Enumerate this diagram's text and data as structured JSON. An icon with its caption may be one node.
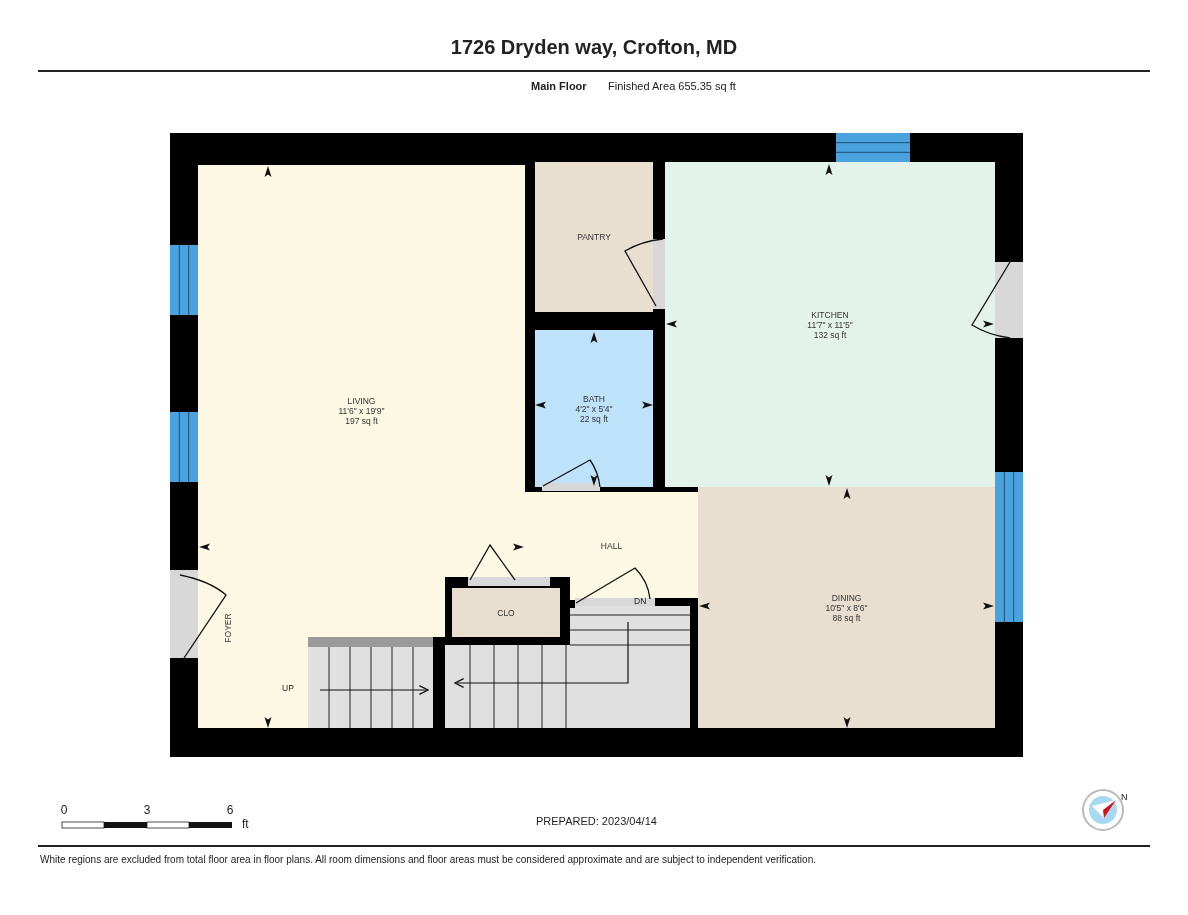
{
  "diagram": {
    "title": "1726 Dryden way, Crofton, MD",
    "nodes": [
      {
        "text": [
          "LIVING",
          "11'6\" x 19'9\"",
          "197 sq ft"
        ]
      },
      {
        "text": [
          "PANTRY"
        ]
      },
      {
        "text": [
          "KITCHEN",
          "11'7\" x 11'5\"",
          "132 sq ft"
        ]
      },
      {
        "text": [
          "BATH",
          "4'2\" x 5'4\"",
          "22 sq ft"
        ]
      },
      {
        "text": [
          "HALL"
        ]
      },
      {
        "text": [
          "FOYER"
        ],
        "in": 0
      },
      {
        "text": [
          "CLO"
        ]
      },
      {
        "text": [
          "DINING",
          "10'5\" x 8'6\"",
          "88 sq ft"
        ]
      }
    ],
    "labels": [
      "Main Floor",
      "Finished Area 655.35 sq ft",
      "UP",
      "DN",
      "0",
      "3",
      "6",
      "ft",
      "PREPARED: 2023/04/14",
      "N",
      "White regions are excluded from total floor area in floor plans. All room dimensions and floor areas must be considered approximate and are subject to independent verification."
    ]
  }
}
